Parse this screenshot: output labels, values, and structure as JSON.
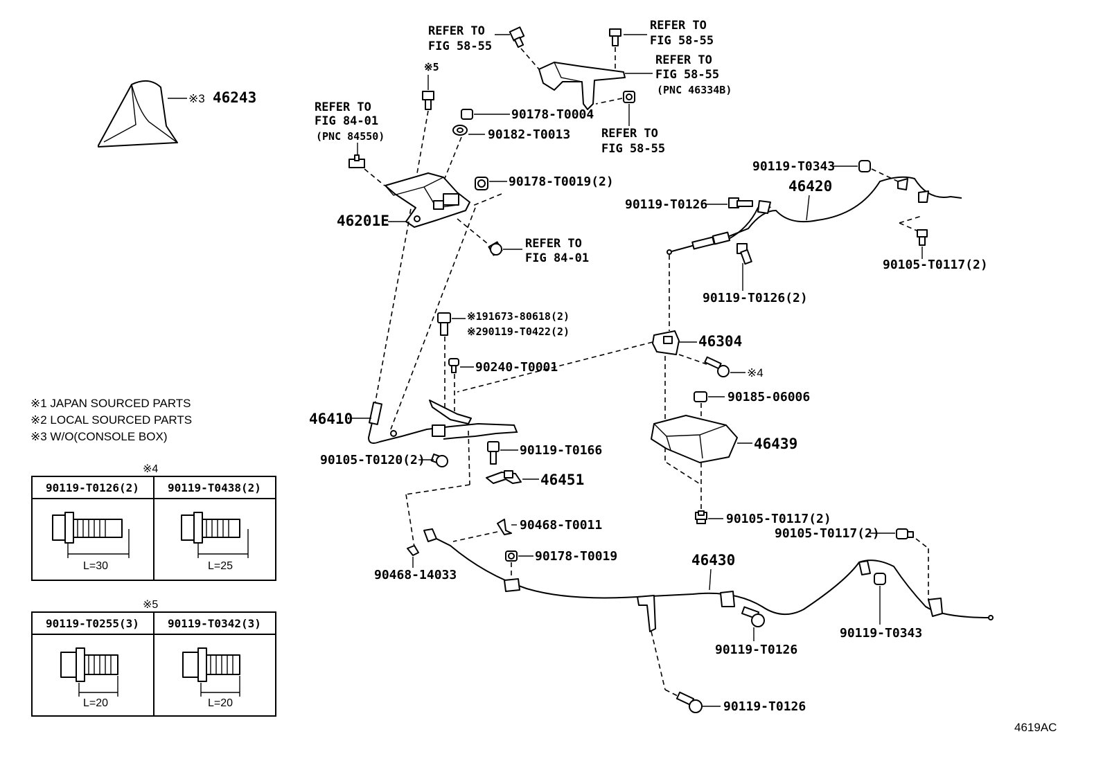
{
  "labels": {
    "boot": "46243",
    "boot_mark": "※3",
    "refer_top_left_1": "REFER TO",
    "refer_top_left_2": "FIG 58-55",
    "refer_top_right_1": "REFER TO",
    "refer_top_right_2": "FIG 58-55",
    "refer_mid_right_1": "REFER TO",
    "refer_mid_right_2": "FIG 58-55",
    "refer_mid_right_3": "(PNC 46334B)",
    "refer_low_1": "REFER TO",
    "refer_low_2": "FIG 58-55",
    "refer_84_a1": "REFER TO",
    "refer_84_a2": "FIG 84-01",
    "refer_84_a3": "(PNC 84550)",
    "refer_84_b1": "REFER TO",
    "refer_84_b2": "FIG 84-01",
    "mark5_top": "※5",
    "p90178_T0004": "90178-T0004",
    "p90182_T0013": "90182-T0013",
    "p90178_T0019_2": "90178-T0019(2)",
    "p46201E": "46201E",
    "p90119_T0343_top": "90119-T0343",
    "p46420": "46420",
    "p90119_T0126_top": "90119-T0126",
    "p90105_T0117_2_top": "90105-T0117(2)",
    "p90119_T0126_2": "90119-T0126(2)",
    "p91673": "※191673-80618(2)",
    "p90119_T0422": "※290119-T0422(2)",
    "p46304": "46304",
    "p90240_T0001": "90240-T0001",
    "mark4": "※4",
    "p90185_06006": "90185-06006",
    "p46410": "46410",
    "p46439": "46439",
    "p90119_T0166": "90119-T0166",
    "p90105_T0120_2": "90105-T0120(2)",
    "p46451": "46451",
    "p90105_T0117_2_mid": "90105-T0117(2)",
    "p90105_T0117_2_low": "90105-T0117(2)",
    "p90468_T0011": "90468-T0011",
    "p90178_T0019": "90178-T0019",
    "p46430": "46430",
    "p90468_14033": "90468-14033",
    "p90119_T0126_low": "90119-T0126",
    "p90119_T0343_low": "90119-T0343",
    "p90119_T0126_bottom": "90119-T0126",
    "figure_code": "4619AC"
  },
  "notes": [
    "※1 JAPAN SOURCED PARTS",
    "※2 LOCAL SOURCED PARTS",
    "※3 W/O(CONSOLE BOX)"
  ],
  "table4": {
    "mark": "※4",
    "cols": [
      {
        "part": "90119-T0126(2)",
        "length": "L=30"
      },
      {
        "part": "90119-T0438(2)",
        "length": "L=25"
      }
    ]
  },
  "table5": {
    "mark": "※5",
    "cols": [
      {
        "part": "90119-T0255(3)",
        "length": "L=20"
      },
      {
        "part": "90119-T0342(3)",
        "length": "L=20"
      }
    ]
  }
}
